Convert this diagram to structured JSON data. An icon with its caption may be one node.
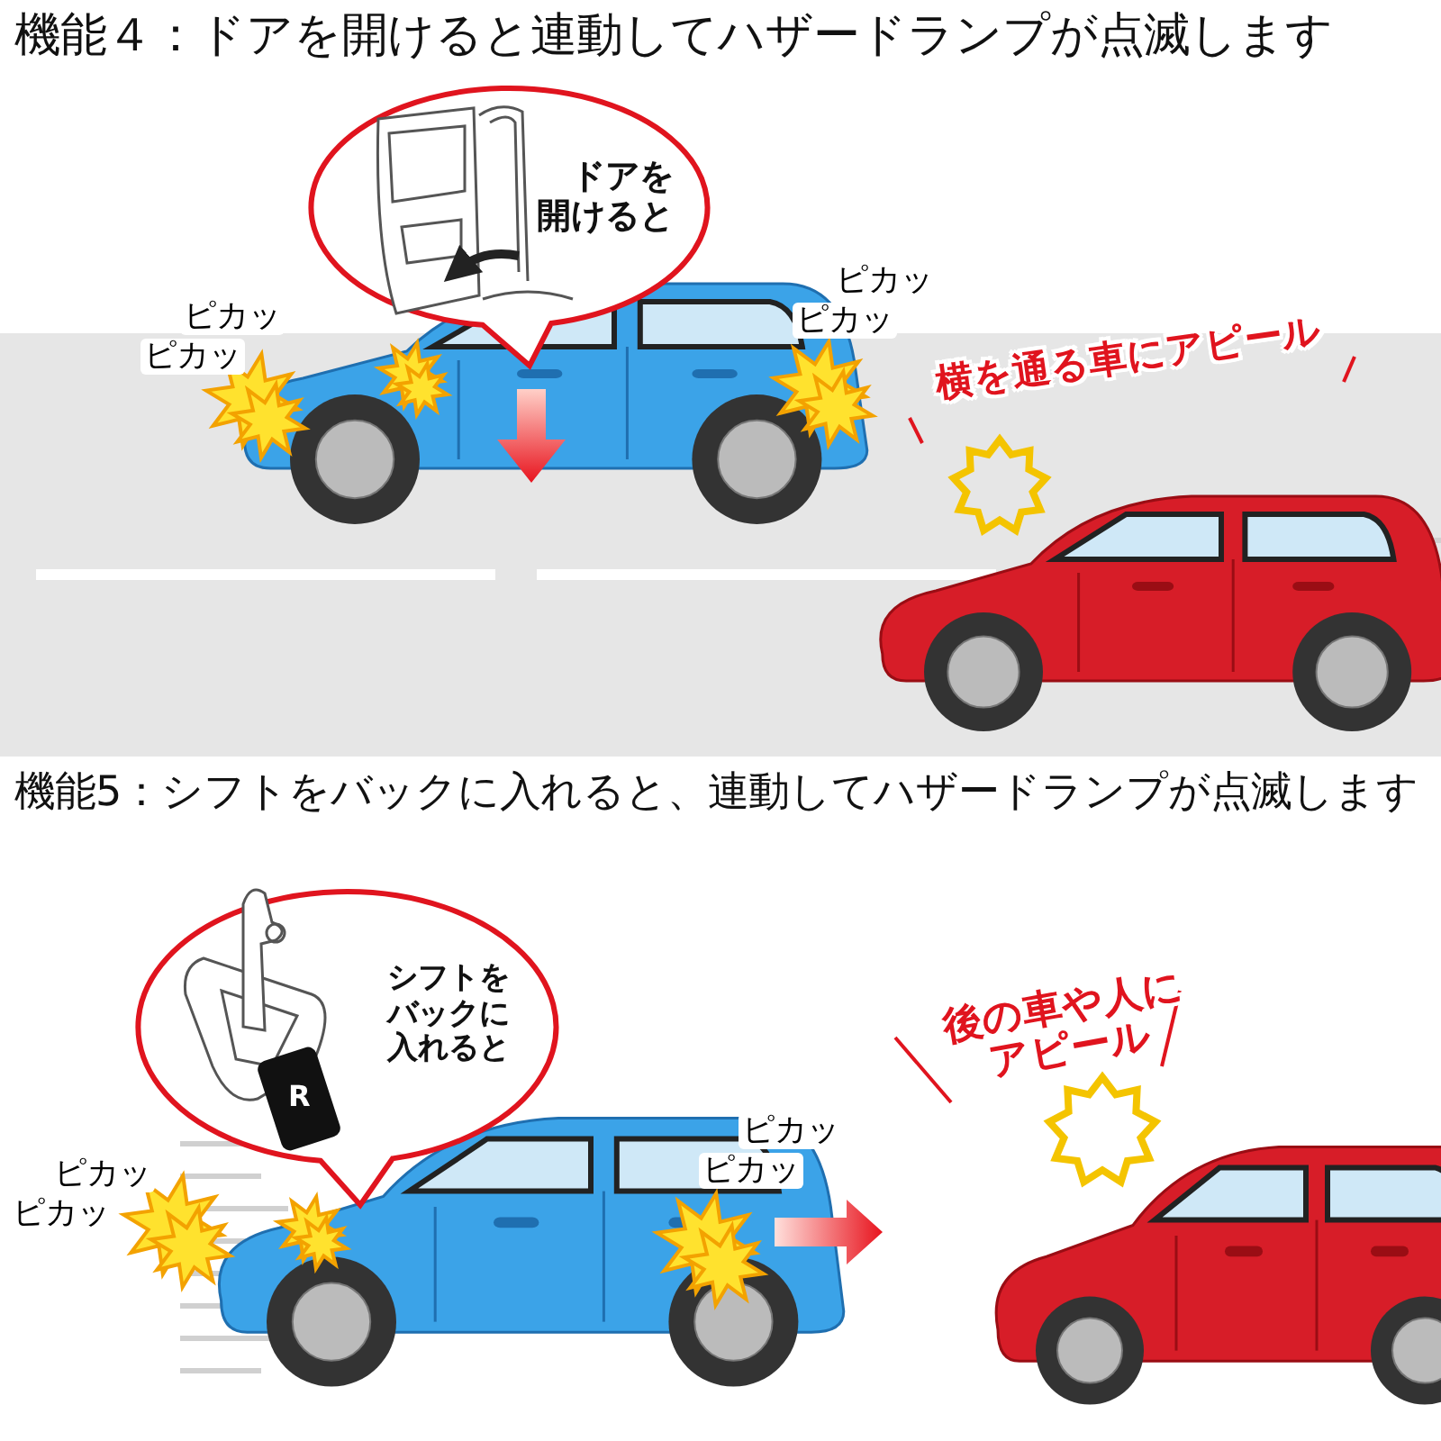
{
  "diagram": {
    "nodes": [
      {
        "text": [
          "ドアを開けると"
        ]
      },
      {
        "text": [
          "シフトをバックに入れると"
        ]
      }
    ],
    "labels": [
      "機能４：ドアを開けると連動してハザードランプが点滅します",
      "ピカッ",
      "ピカッ",
      "ピカッ",
      "ピカッ",
      "横を通る車にアピール",
      "機能5：シフトをバックに入れると、連動してハザードランプが点滅します",
      "R",
      "ピカッ",
      "ピカッ",
      "ピカッ",
      "ピカッ",
      "後の車や人にアピール"
    ]
  }
}
